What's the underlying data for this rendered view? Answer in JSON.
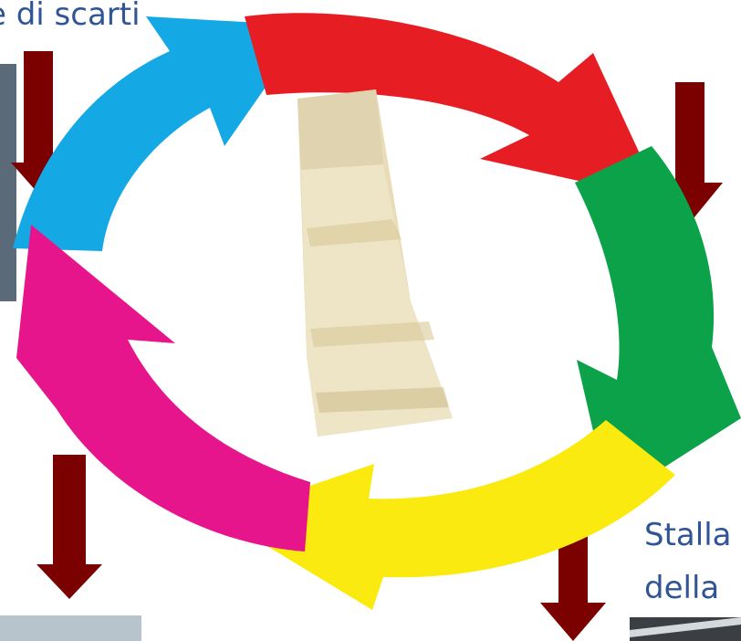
{
  "labels": {
    "top_left": "e di scarti",
    "bottom_right_line1": "Stalla",
    "bottom_right_line2": "della"
  },
  "cycle_arrows": [
    {
      "name": "red-arrow",
      "color": "#e71d24"
    },
    {
      "name": "green-arrow",
      "color": "#0ba24a"
    },
    {
      "name": "yellow-arrow",
      "color": "#fbea0f"
    },
    {
      "name": "magenta-arrow",
      "color": "#e6158c"
    },
    {
      "name": "blue-arrow",
      "color": "#14a9e5"
    }
  ],
  "down_arrow_color": "#7b0000",
  "center_image": "parmesan-cheese-wedge"
}
